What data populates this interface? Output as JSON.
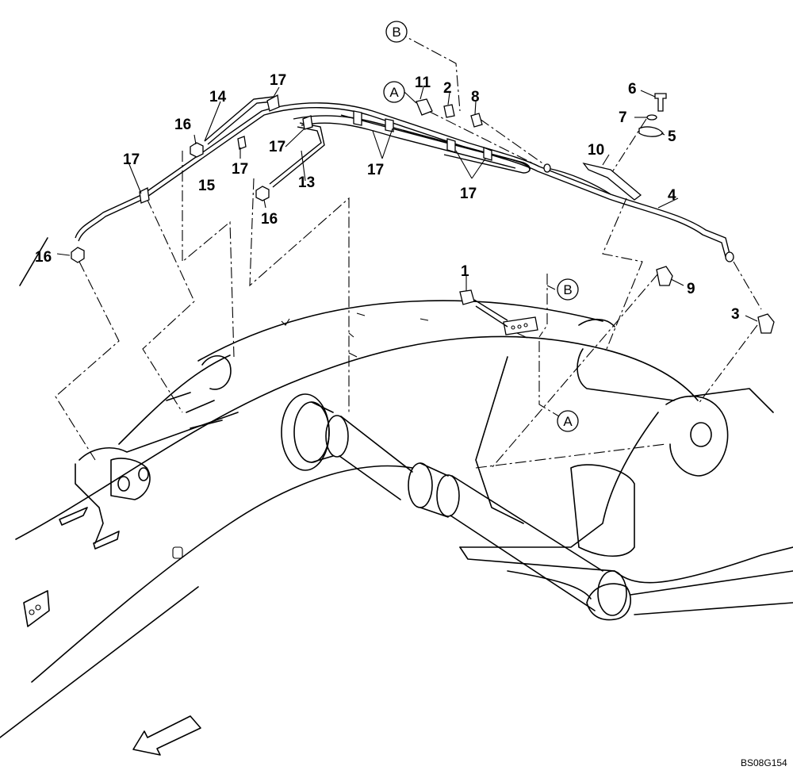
{
  "callouts": {
    "c1": "1",
    "c2": "2",
    "c3": "3",
    "c4": "4",
    "c5": "5",
    "c6": "6",
    "c7": "7",
    "c8": "8",
    "c9": "9",
    "c10": "10",
    "c11": "11",
    "c13": "13",
    "c14": "14",
    "c15": "15",
    "c16a": "16",
    "c16b": "16",
    "c16c": "16",
    "c17a": "17",
    "c17b": "17",
    "c17c": "17",
    "c17d": "17",
    "c17e": "17",
    "c17f": "17"
  },
  "references": {
    "a_top": "A",
    "a_bottom": "A",
    "b_top": "B",
    "b_mid": "B"
  },
  "drawing_code": "BS08G154"
}
